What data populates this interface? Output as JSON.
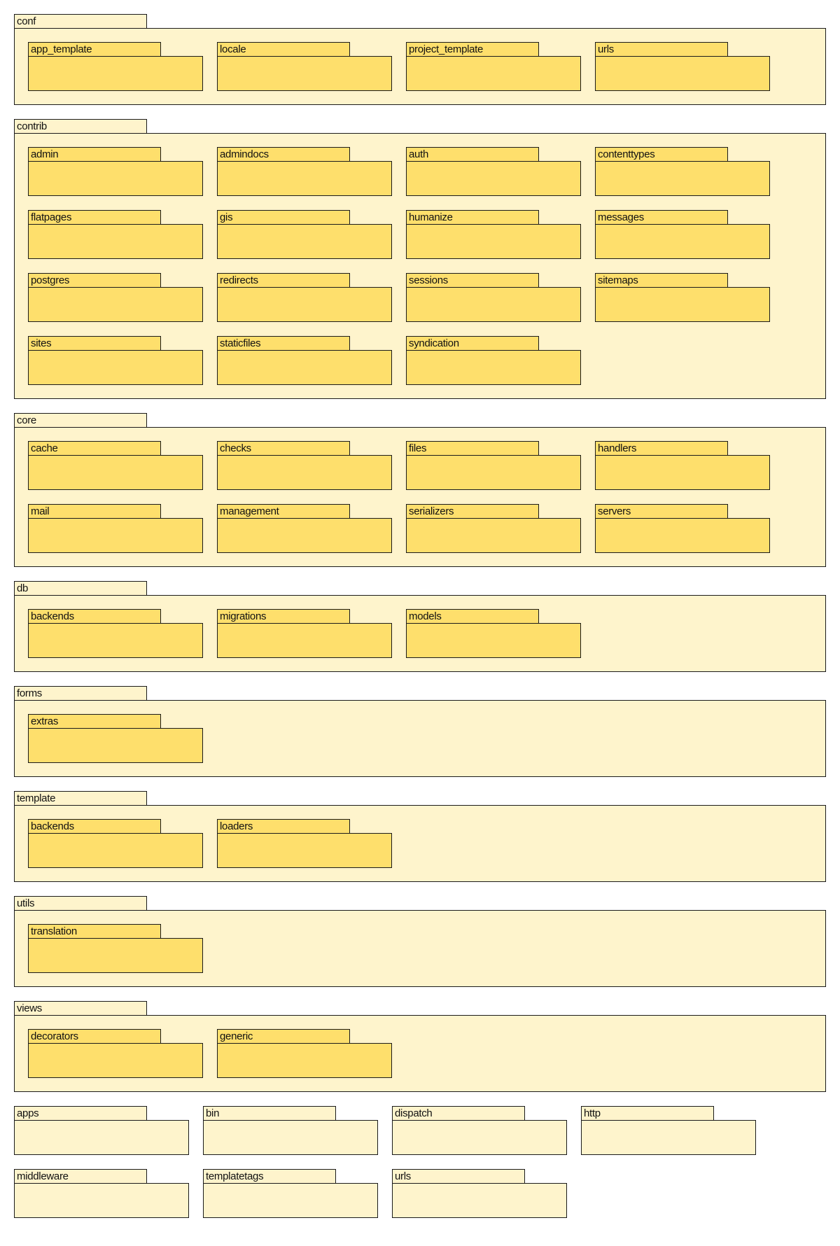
{
  "colors": {
    "outer_fill": "#fef4cc",
    "inner_fill": "#fedf6c",
    "stroke": "#1a1a1a"
  },
  "packages_with_children": [
    {
      "name": "conf",
      "children": [
        "app_template",
        "locale",
        "project_template",
        "urls"
      ]
    },
    {
      "name": "contrib",
      "children": [
        "admin",
        "admindocs",
        "auth",
        "contenttypes",
        "flatpages",
        "gis",
        "humanize",
        "messages",
        "postgres",
        "redirects",
        "sessions",
        "sitemaps",
        "sites",
        "staticfiles",
        "syndication"
      ]
    },
    {
      "name": "core",
      "children": [
        "cache",
        "checks",
        "files",
        "handlers",
        "mail",
        "management",
        "serializers",
        "servers"
      ]
    },
    {
      "name": "db",
      "children": [
        "backends",
        "migrations",
        "models"
      ]
    },
    {
      "name": "forms",
      "children": [
        "extras"
      ]
    },
    {
      "name": "template",
      "children": [
        "backends",
        "loaders"
      ]
    },
    {
      "name": "utils",
      "children": [
        "translation"
      ]
    },
    {
      "name": "views",
      "children": [
        "decorators",
        "generic"
      ]
    }
  ],
  "leaf_packages": [
    "apps",
    "bin",
    "dispatch",
    "http",
    "middleware",
    "templatetags",
    "urls"
  ]
}
